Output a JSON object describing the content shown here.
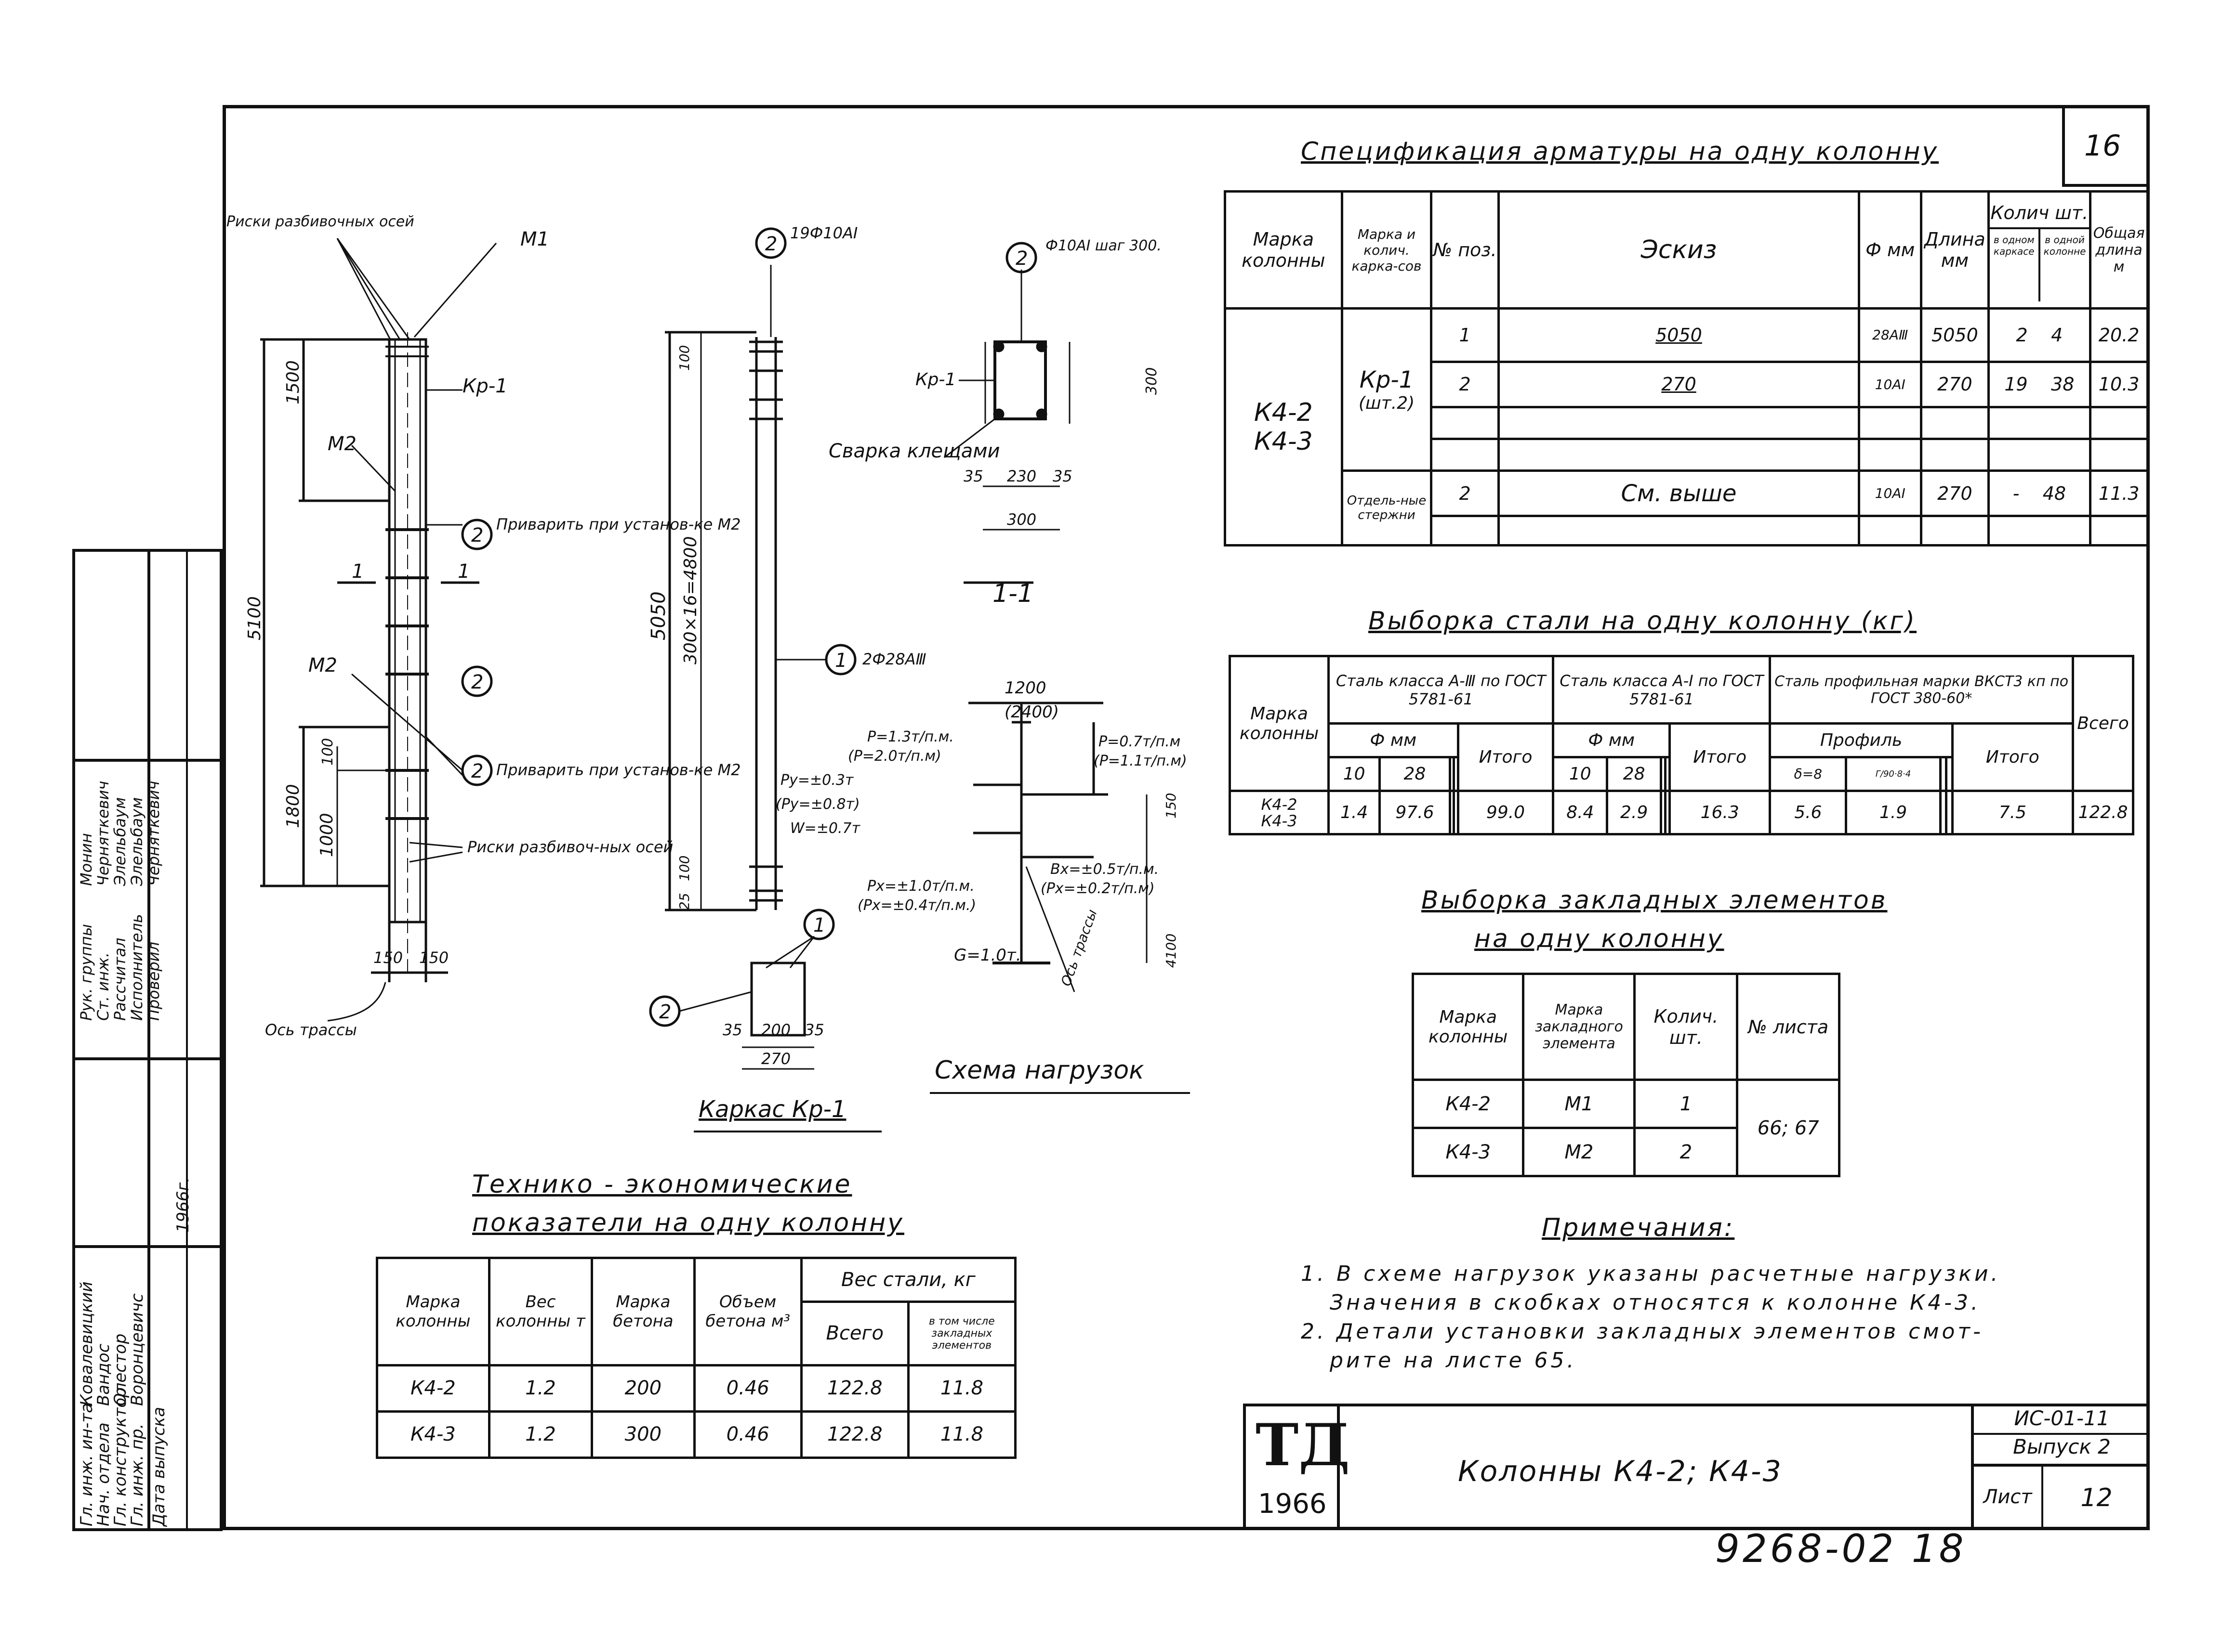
{
  "sheet_number": "16",
  "spec_table": {
    "title": "Спецификация арматуры на одну колонну",
    "headers": {
      "mark": "Марка колонны",
      "frame_mark": "Марка и колич. карка-сов",
      "pos": "№ поз.",
      "sketch": "Эскиз",
      "dia": "Ф мм",
      "length": "Длина мм",
      "qty": "Колич шт.",
      "qty_one_frame": "в одном каркасе",
      "qty_one_col": "в одной колонне",
      "total_length": "Общая длина м"
    },
    "col_marks": [
      "К4-2",
      "К4-3"
    ],
    "frame": "Кр-1",
    "frame_qty": "(шт.2)",
    "separate": "Отдель-ные стержни",
    "rows": [
      {
        "pos": "1",
        "sketch": "5050",
        "dia": "28АⅢ",
        "length": "5050",
        "q1": "2",
        "q2": "4",
        "total": "20.2"
      },
      {
        "pos": "2",
        "sketch": "270",
        "dia": "10АⅠ",
        "length": "270",
        "q1": "19",
        "q2": "38",
        "total": "10.3"
      },
      {
        "pos": "2",
        "sketch": "См. выше",
        "dia": "10АⅠ",
        "length": "270",
        "q1": "-",
        "q2": "48",
        "total": "11.3"
      }
    ]
  },
  "steel_table": {
    "title": "Выборка стали на одну колонну (кг)",
    "mark": "Марка колонны",
    "group1": "Сталь класса А-Ⅲ по ГОСТ 5781-61",
    "group2": "Сталь класса А-Ⅰ по ГОСТ 5781-61",
    "group3": "Сталь профильная марки ВКСТ3 кп по ГОСТ 380-60*",
    "dia": "Ф мм",
    "profile": "Профиль",
    "itogo": "Итого",
    "total": "Всего",
    "g1_cols": [
      "10",
      "28"
    ],
    "g2_cols": [
      "10",
      "28"
    ],
    "g3_cols": [
      "δ=8",
      "Г/90·8·4"
    ],
    "row_marks": [
      "К4-2",
      "К4-3"
    ],
    "row_values": [
      "1.4",
      "97.6",
      "",
      "",
      "99.0",
      "8.4",
      "2.9",
      "",
      "",
      "16.3",
      "5.6",
      "1.9",
      "",
      "",
      "7.5",
      "122.8"
    ]
  },
  "embed_table": {
    "title1": "Выборка закладных элементов",
    "title2": "на одну колонну",
    "headers": [
      "Марка колонны",
      "Марка закладного элемента",
      "Колич. шт.",
      "№ листа"
    ],
    "marks": [
      "К4-2",
      "К4-3"
    ],
    "elements": [
      "М1",
      "М2"
    ],
    "qty": [
      "1",
      "2"
    ],
    "sheets": "66; 67"
  },
  "tech_table": {
    "title1": "Технико - экономические",
    "title2": "показатели на одну колонну",
    "headers": [
      "Марка колонны",
      "Вес колонны т",
      "Марка бетона",
      "Объем бетона м³",
      "Вес стали, кг",
      "Всего",
      "в том числе закладных элементов"
    ],
    "rows": [
      [
        "К4-2",
        "1.2",
        "200",
        "0.46",
        "122.8",
        "11.8"
      ],
      [
        "К4-3",
        "1.2",
        "300",
        "0.46",
        "122.8",
        "11.8"
      ]
    ]
  },
  "notes": {
    "title": "Примечания:",
    "lines": [
      "1. В схеме нагрузок указаны расчетные нагрузки.",
      "Значения в скобках относятся к колонне К4-3.",
      "2. Детали установки закладных элементов смот-",
      "рите на листе 65."
    ]
  },
  "title_block": {
    "logo": "ТД",
    "year": "1966",
    "title": "Колонны К4-2; К4-3",
    "code": "ИС-01-11",
    "issue": "Выпуск 2",
    "sheet_label": "Лист",
    "sheet": "12"
  },
  "bottom_code": "9268-02 18",
  "drawing": {
    "risk_axes": "Риски разбивочных осей",
    "m1": "М1",
    "kr1": "Кр-1",
    "m2": "М2",
    "weld_m2": "Приварить при установ-ке М2",
    "risk_axes2": "Риски разбивоч-ных осей",
    "axis_trace": "Ось трассы",
    "dim_1500": "1500",
    "dim_5100": "5100",
    "dim_1800": "1800",
    "dim_1000": "1000",
    "dim_150a": "150",
    "dim_150b": "150",
    "dim_100": "100",
    "section_mark": "1",
    "rebar_19": "19Ф10АⅠ",
    "dim_5050": "5050",
    "dim_300x16": "300×16=4800",
    "dim_100b": "100",
    "dim_25": "25",
    "dim_100c": "100",
    "rebar_2": "2Ф28АⅢ",
    "frame_caption": "Каркас Кр-1",
    "rebar_10": "Ф10АⅠ шаг 300.",
    "weld_clamps": "Сварка клещами",
    "sec_dims": [
      "35",
      "230",
      "35"
    ],
    "sec_300": "300",
    "sec_300v": "300",
    "section_caption": "1-1",
    "bot_dims": [
      "35",
      "200",
      "35"
    ],
    "bot_270": "270",
    "loads": {
      "span": "1200",
      "span2": "(2400)",
      "p1": "P=1.3т/п.м.",
      "p1b": "(P=2.0т/п.м)",
      "py": "Py=±0.3т",
      "py2": "(Py=±0.8т)",
      "w": "W=±0.7т",
      "p2": "P=0.7т/п.м",
      "p2b": "(P=1.1т/п.м)",
      "px": "Px=±1.0т/п.м.",
      "px2": "(Px=±0.4т/п.м.)",
      "bx": "Bx=±0.5т/п.м.",
      "bx2": "(Px=±0.2т/п.м)",
      "g": "G=1.0т.",
      "axis": "Ось трассы",
      "d150": "150",
      "d4100": "4100",
      "caption": "Схема нагрузок"
    }
  },
  "stamp": {
    "rows": [
      [
        "Гл. инж. ин-та",
        "Ковалевицкий"
      ],
      [
        "Нач. отдела",
        "Вандос"
      ],
      [
        "Гл. конструктор",
        "Олестор"
      ],
      [
        "Гл. инж. пр.",
        "Воронцевичс"
      ],
      [
        "Рук. группы",
        "Монин"
      ],
      [
        "Ст. инж.",
        "Черняткевич"
      ],
      [
        "Рассчитал",
        "Элельбаум"
      ],
      [
        "Исполнитель",
        "Элельбаум"
      ],
      [
        "Проверил",
        "Черняткевич"
      ]
    ],
    "date_label": "Дата выпуска",
    "date": "1966г."
  }
}
